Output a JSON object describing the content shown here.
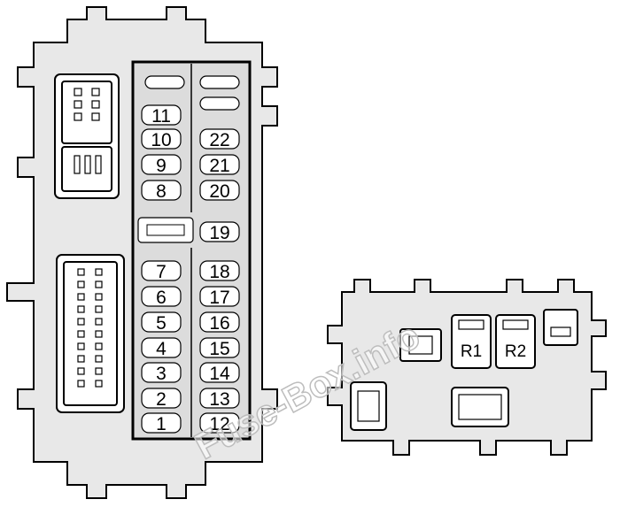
{
  "left_panel": {
    "fuses_left": [
      "11",
      "10",
      "9",
      "8",
      "7",
      "6",
      "5",
      "4",
      "3",
      "2",
      "1"
    ],
    "fuses_right": [
      "22",
      "21",
      "20",
      "19",
      "18",
      "17",
      "16",
      "15",
      "14",
      "13",
      "12"
    ]
  },
  "right_panel": {
    "relays": [
      "R1",
      "R2"
    ]
  },
  "watermark": "Fuse-Box.info"
}
